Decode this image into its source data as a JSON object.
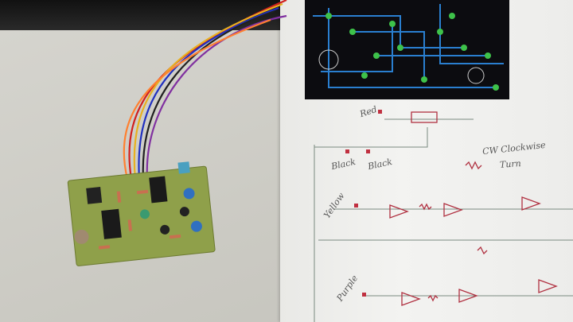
{
  "scene": {
    "description_kind": "photo"
  },
  "schematic_labels": {
    "red": "Red",
    "black1": "Black",
    "black2": "Black",
    "cw": "CW Clockwise",
    "turn": "Turn",
    "yellow": "Yellow",
    "purple": "Purple"
  },
  "colors": {
    "board": "#8fa04a",
    "print": "#0c0c10",
    "trace": "#2a7fd0",
    "pad": "#3ec24a",
    "schematic": "#b03040"
  }
}
